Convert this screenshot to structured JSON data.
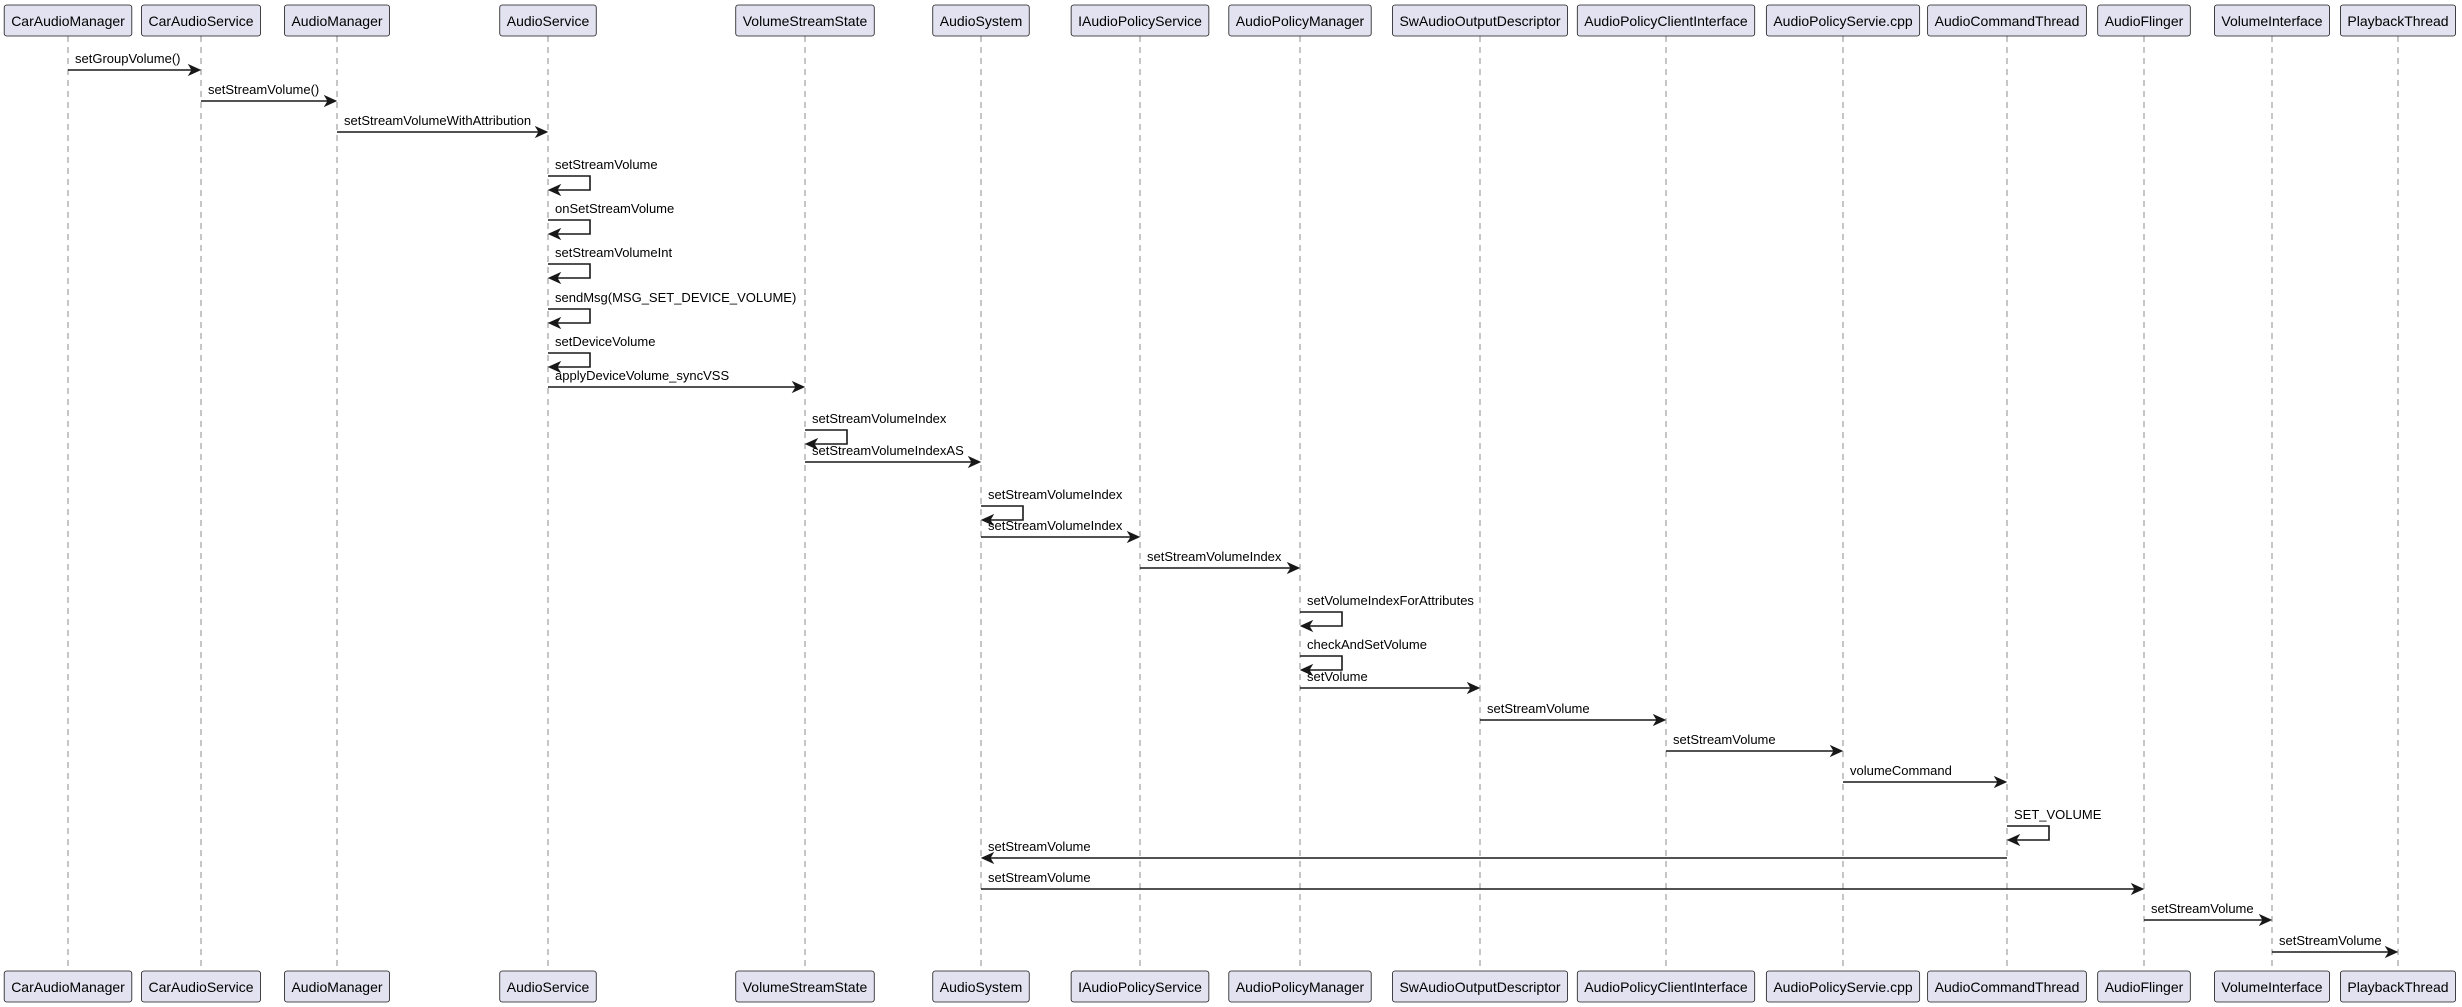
{
  "participants": [
    {
      "id": "car-audio-manager",
      "name": "CarAudioManager"
    },
    {
      "id": "car-audio-service",
      "name": "CarAudioService"
    },
    {
      "id": "audio-manager",
      "name": "AudioManager"
    },
    {
      "id": "audio-service",
      "name": "AudioService"
    },
    {
      "id": "volume-stream-state",
      "name": "VolumeStreamState"
    },
    {
      "id": "audio-system",
      "name": "AudioSystem"
    },
    {
      "id": "iaudio-policy-service",
      "name": "IAudioPolicyService"
    },
    {
      "id": "audio-policy-manager",
      "name": "AudioPolicyManager"
    },
    {
      "id": "sw-audio-output-descriptor",
      "name": "SwAudioOutputDescriptor"
    },
    {
      "id": "audio-policy-client-interface",
      "name": "AudioPolicyClientInterface"
    },
    {
      "id": "audio-policy-servie-cpp",
      "name": "AudioPolicyServie.cpp"
    },
    {
      "id": "audio-command-thread",
      "name": "AudioCommandThread"
    },
    {
      "id": "audio-flinger",
      "name": "AudioFlinger"
    },
    {
      "id": "volume-interface",
      "name": "VolumeInterface"
    },
    {
      "id": "playback-thread",
      "name": "PlaybackThread"
    }
  ],
  "messages": [
    {
      "from": 0,
      "to": 1,
      "label": "setGroupVolume()"
    },
    {
      "from": 1,
      "to": 2,
      "label": "setStreamVolume()"
    },
    {
      "from": 2,
      "to": 3,
      "label": "setStreamVolumeWithAttribution"
    },
    {
      "from": 3,
      "to": 3,
      "label": "setStreamVolume"
    },
    {
      "from": 3,
      "to": 3,
      "label": "onSetStreamVolume"
    },
    {
      "from": 3,
      "to": 3,
      "label": "setStreamVolumeInt"
    },
    {
      "from": 3,
      "to": 3,
      "label": "sendMsg(MSG_SET_DEVICE_VOLUME)"
    },
    {
      "from": 3,
      "to": 3,
      "label": "setDeviceVolume"
    },
    {
      "from": 3,
      "to": 4,
      "label": "applyDeviceVolume_syncVSS"
    },
    {
      "from": 4,
      "to": 4,
      "label": "setStreamVolumeIndex"
    },
    {
      "from": 4,
      "to": 5,
      "label": "setStreamVolumeIndexAS"
    },
    {
      "from": 5,
      "to": 5,
      "label": "setStreamVolumeIndex"
    },
    {
      "from": 5,
      "to": 6,
      "label": "setStreamVolumeIndex"
    },
    {
      "from": 6,
      "to": 7,
      "label": "setStreamVolumeIndex"
    },
    {
      "from": 7,
      "to": 7,
      "label": "setVolumeIndexForAttributes"
    },
    {
      "from": 7,
      "to": 7,
      "label": "checkAndSetVolume"
    },
    {
      "from": 7,
      "to": 8,
      "label": "setVolume"
    },
    {
      "from": 8,
      "to": 9,
      "label": "setStreamVolume"
    },
    {
      "from": 9,
      "to": 10,
      "label": "setStreamVolume"
    },
    {
      "from": 10,
      "to": 11,
      "label": "volumeCommand"
    },
    {
      "from": 11,
      "to": 11,
      "label": "SET_VOLUME"
    },
    {
      "from": 11,
      "to": 5,
      "label": "setStreamVolume"
    },
    {
      "from": 5,
      "to": 12,
      "label": "setStreamVolume"
    },
    {
      "from": 12,
      "to": 13,
      "label": "setStreamVolume"
    },
    {
      "from": 13,
      "to": 14,
      "label": "setStreamVolume"
    }
  ]
}
